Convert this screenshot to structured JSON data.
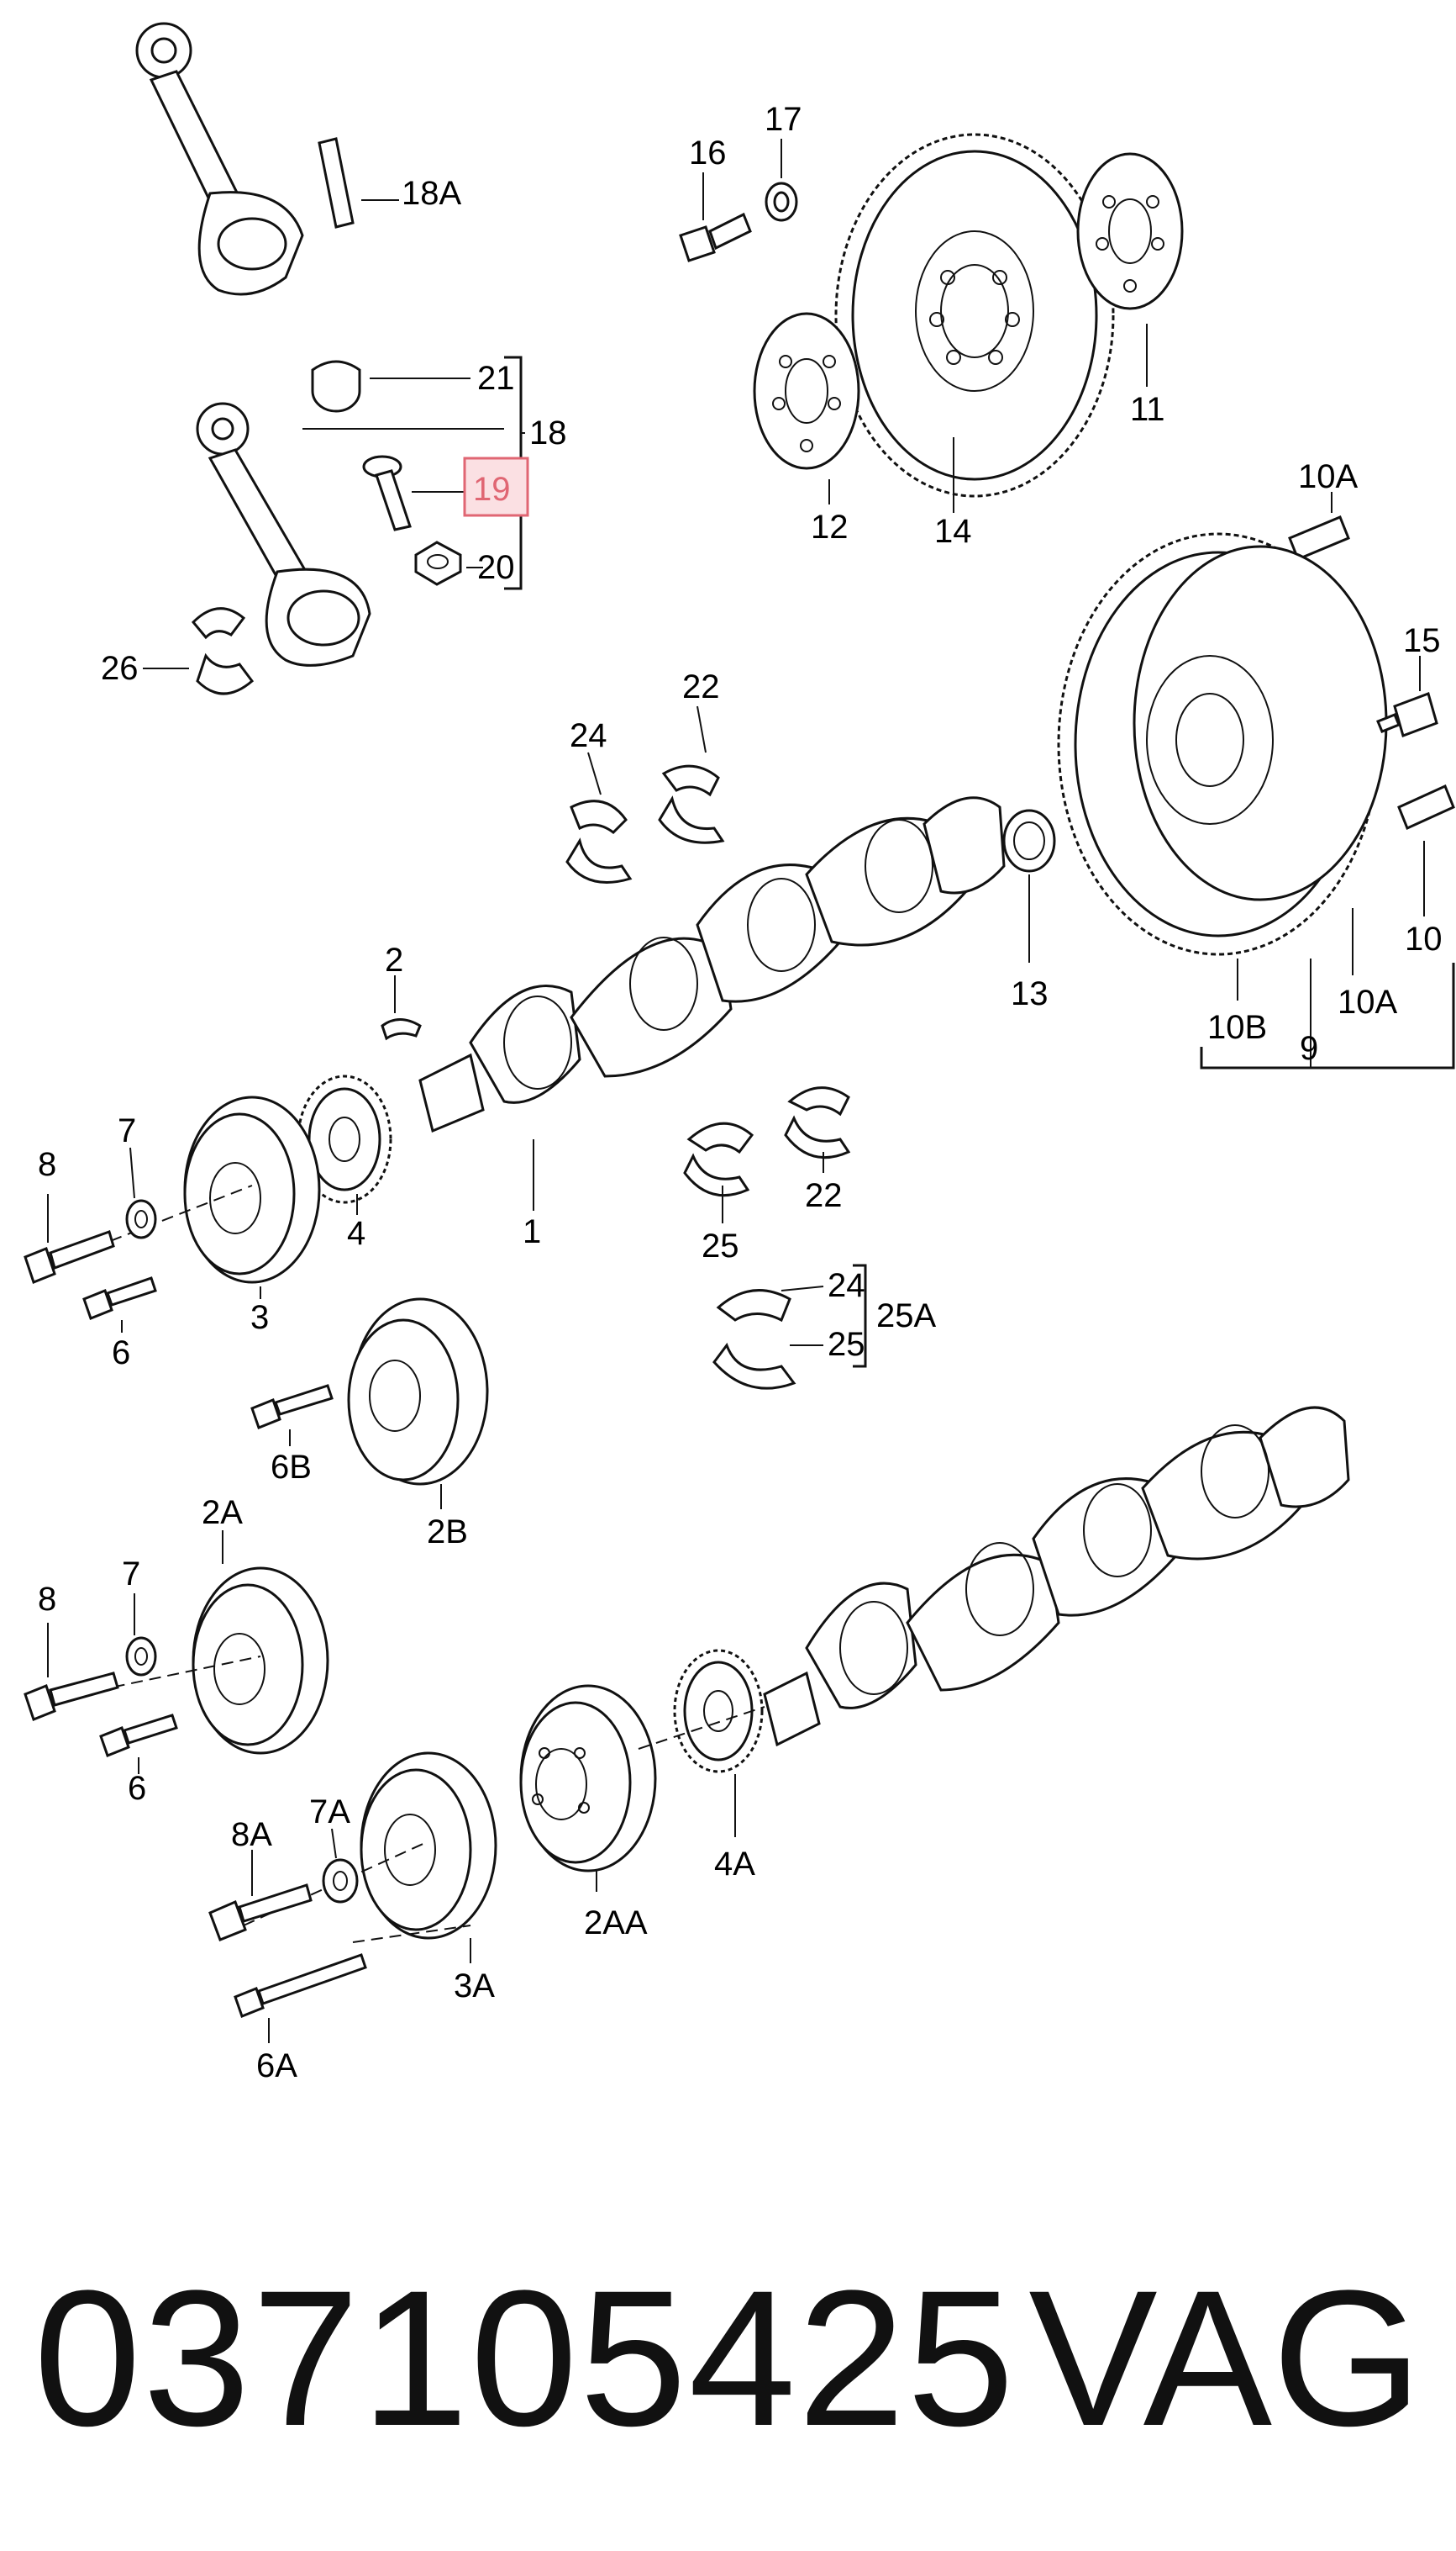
{
  "labels": {
    "l18a": "18A",
    "l16": "16",
    "l17": "17",
    "l21": "21",
    "l18": "18",
    "l19": "19",
    "l20": "20",
    "l11": "11",
    "l12": "12",
    "l14": "14",
    "l10a_top": "10A",
    "l26": "26",
    "l22_top": "22",
    "l24_top": "24",
    "l15": "15",
    "l2": "2",
    "l13": "13",
    "l10": "10",
    "l10a_bot": "10A",
    "l10b": "10B",
    "l9": "9",
    "l8_top": "8",
    "l7_top": "7",
    "l4": "4",
    "l1": "1",
    "l25_mid": "25",
    "l22_mid": "22",
    "l3": "3",
    "l6_top": "6",
    "l24_group": "24",
    "l25a": "25A",
    "l25_group": "25",
    "l6b": "6B",
    "l2b": "2B",
    "l2a": "2A",
    "l8_bot": "8",
    "l7_bot": "7",
    "l6_bot": "6",
    "l7a": "7A",
    "l8a": "8A",
    "l4a": "4A",
    "l2aa": "2AA",
    "l3a": "3A",
    "l6a": "6A"
  },
  "highlight": {
    "label": "19",
    "color": "#e06673"
  },
  "footer": {
    "part_number": "037105425",
    "brand": "VAG"
  }
}
